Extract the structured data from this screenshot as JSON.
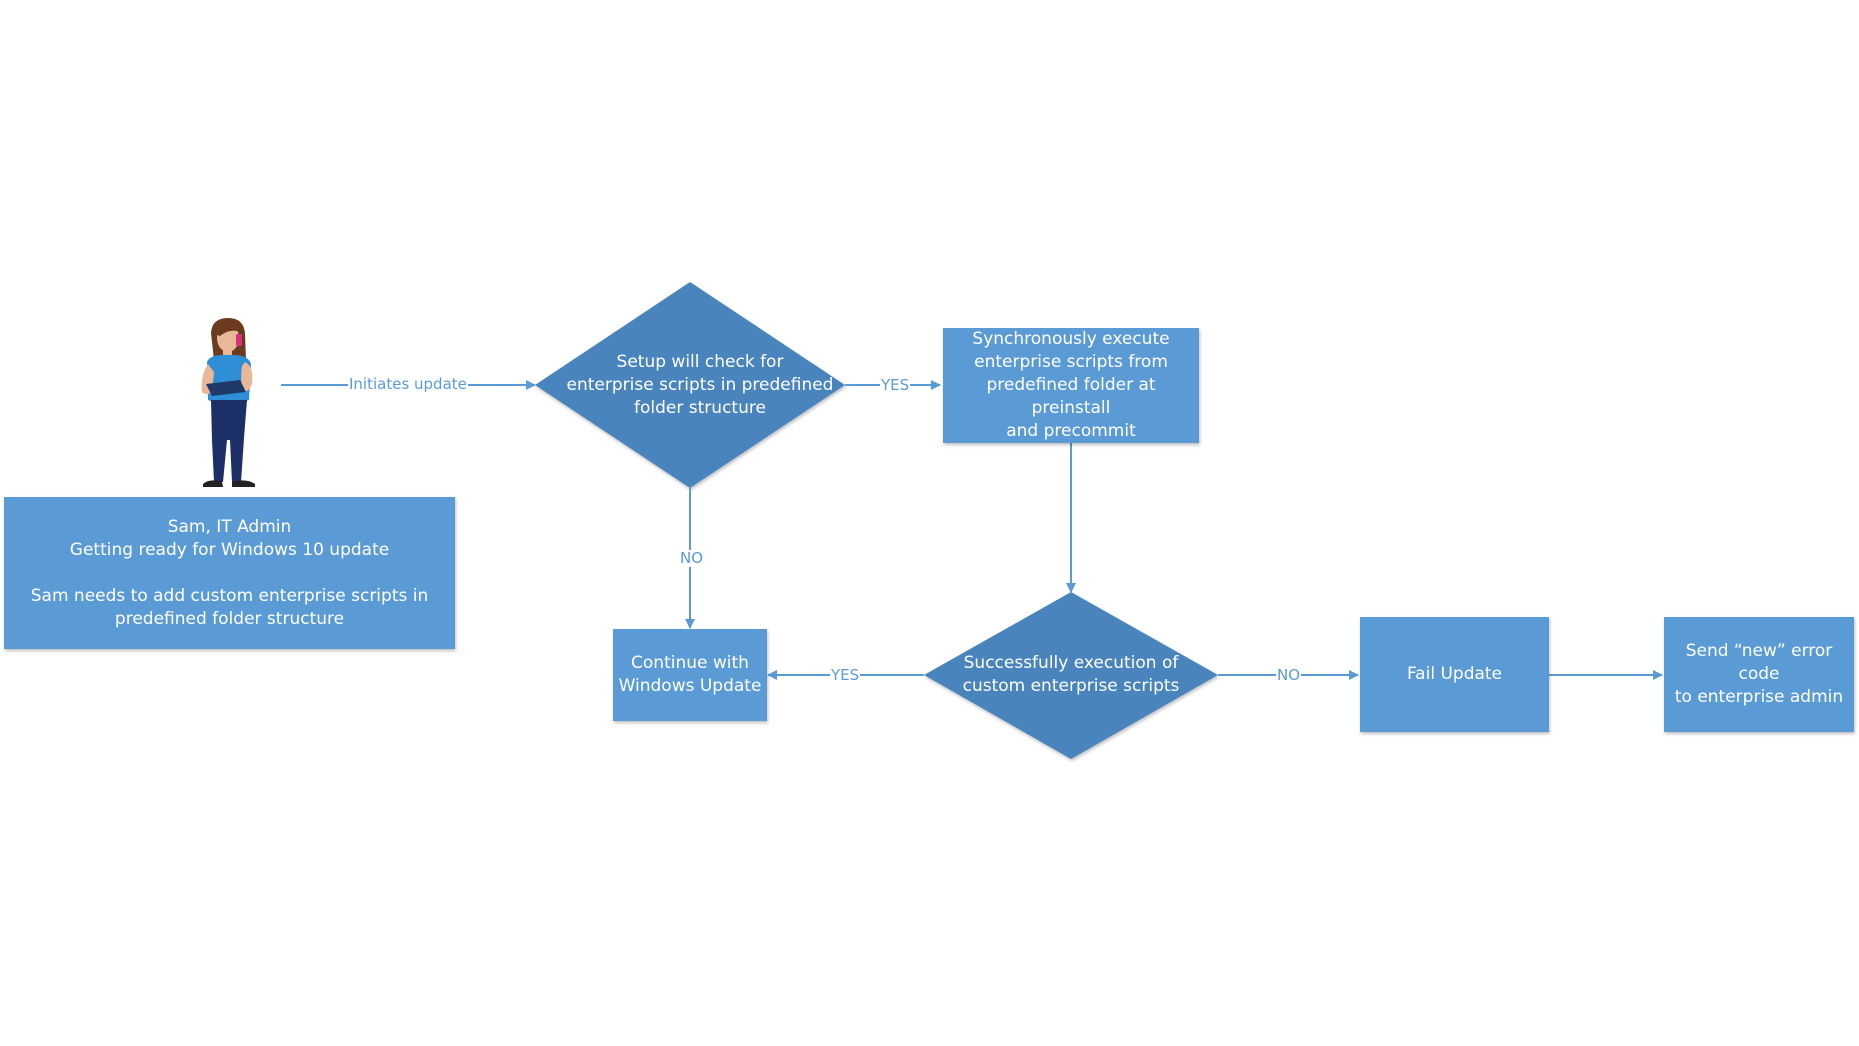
{
  "diagram": {
    "colors": {
      "box_fill": "#5b9bd5",
      "diamond_fill": "#4a84bd",
      "connector": "#5b9bd5",
      "text_on_shape": "#ffffff",
      "label_text": "#5b9bd5"
    },
    "actor": {
      "icon": "person-with-phone-icon",
      "box_text": "Sam, IT Admin\nGetting ready for Windows 10 update\n\nSam needs to add custom enterprise scripts in predefined folder structure"
    },
    "nodes": {
      "check_scripts": "Setup will check for\nenterprise scripts in predefined\nfolder structure",
      "execute_scripts": "Synchronously execute\nenterprise scripts from\npredefined folder at preinstall\nand precommit",
      "continue_update": "Continue with\nWindows Update",
      "execution_result": "Successfully execution of\ncustom enterprise scripts",
      "fail_update": "Fail Update",
      "send_error": "Send “new” error code\nto enterprise admin"
    },
    "edges": {
      "initiates_update": "Initiates update",
      "check_yes": "YES",
      "check_no": "NO",
      "result_yes": "YES",
      "result_no": "NO"
    }
  }
}
